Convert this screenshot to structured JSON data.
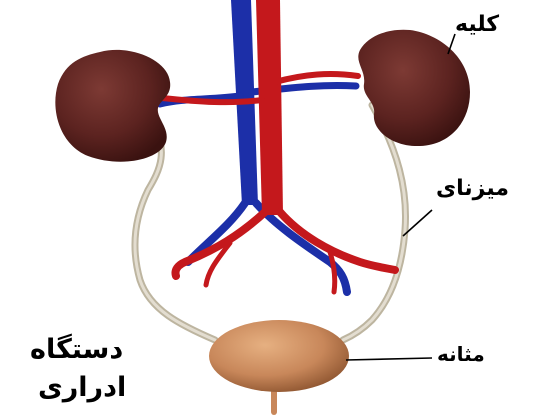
{
  "labels": {
    "kidney": "کلیه",
    "ureter": "میزنای",
    "bladder": "مثانه"
  },
  "title": {
    "line1": "دستگاه",
    "line2": "ادراری"
  },
  "colors": {
    "kidney": "#5c2320",
    "artery": "#c4181c",
    "vein": "#1c2fa8",
    "ureter": "#cfc8b6",
    "bladder": "#c8875a"
  }
}
